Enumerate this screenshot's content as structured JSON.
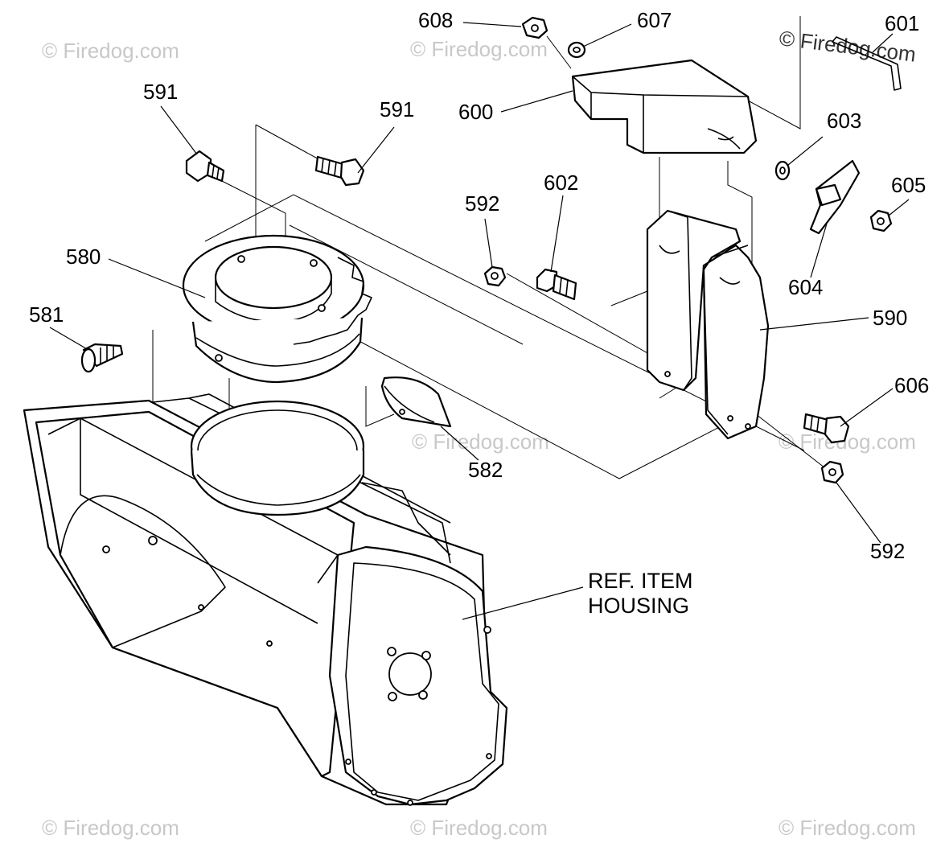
{
  "labels": {
    "p608": "608",
    "p607": "607",
    "p601": "601",
    "p591a": "591",
    "p591b": "591",
    "p600": "600",
    "p603": "603",
    "p602": "602",
    "p592a": "592",
    "p605": "605",
    "p580": "580",
    "p604": "604",
    "p581": "581",
    "p590": "590",
    "p606": "606",
    "p582": "582",
    "p592b": "592",
    "ref_line1": "REF. ITEM",
    "ref_line2": "HOUSING"
  },
  "watermark": {
    "text": "© Firedog.com"
  }
}
